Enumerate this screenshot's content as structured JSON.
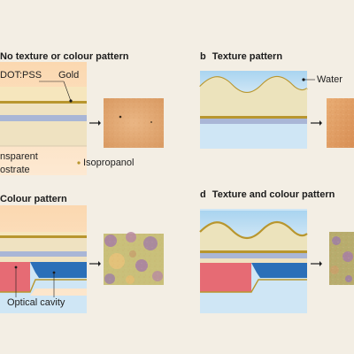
{
  "panels": {
    "a": {
      "letter": "",
      "title": "No texture or colour pattern"
    },
    "b": {
      "letter": "b",
      "title": "Texture pattern"
    },
    "c": {
      "letter": "",
      "title": "Colour pattern"
    },
    "d": {
      "letter": "d",
      "title": "Texture and colour pattern"
    }
  },
  "labels": {
    "pedot": "DOT:PSS",
    "gold": "Gold",
    "transparent_line1": "nsparent",
    "transparent_line2": "ostrate",
    "isopropanol": "Isopropanol",
    "water": "Water",
    "optical_cavity": "Optical cavity"
  },
  "colors": {
    "background": "#f3eee4",
    "isopropanol_fill": "#fde7cc",
    "water_fill": "#cfe6f5",
    "pedot_layer": "#f4e6be",
    "gold_line": "#b8962e",
    "blue_layer": "#a8b8d8",
    "cavity_red": "#e66b74",
    "cavity_blue": "#2b6fb8",
    "wave_fill": "#ece3bc"
  }
}
